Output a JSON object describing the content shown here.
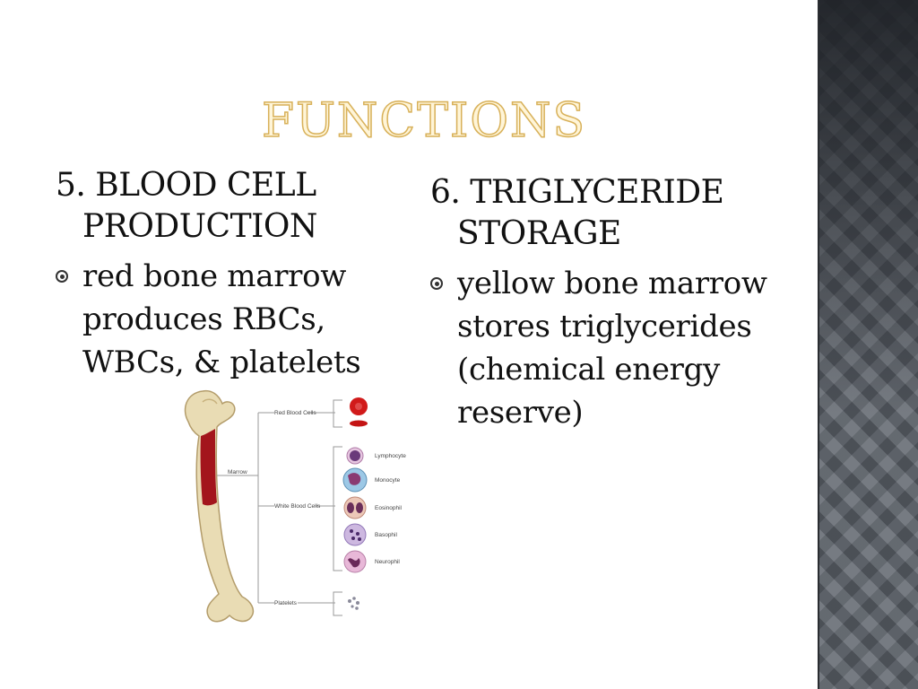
{
  "slide": {
    "title": "FUNCTIONS",
    "left_column": {
      "heading": "5. BLOOD CELL PRODUCTION",
      "bullets": [
        "red bone marrow produces RBCs, WBCs, & platelets"
      ]
    },
    "right_column": {
      "heading": "6. TRIGLYCERIDE STORAGE",
      "bullets": [
        "yellow bone marrow stores triglycerides (chemical energy reserve)"
      ]
    }
  },
  "figure": {
    "labels": {
      "marrow": "Marrow",
      "red_blood_cells": "Red Blood Cells",
      "white_blood_cells": "White Blood Cells",
      "platelets": "Platelets"
    },
    "white_cell_types": [
      "Lymphocyte",
      "Monocyte",
      "Eosinophil",
      "Basophil",
      "Neurophil"
    ]
  },
  "colors": {
    "title_fill": "#fff5d8",
    "title_outline": "#d8b15a",
    "sidebar": "#5a6068",
    "marrow_red": "#a3151c",
    "bone": "#e9dcb4"
  }
}
